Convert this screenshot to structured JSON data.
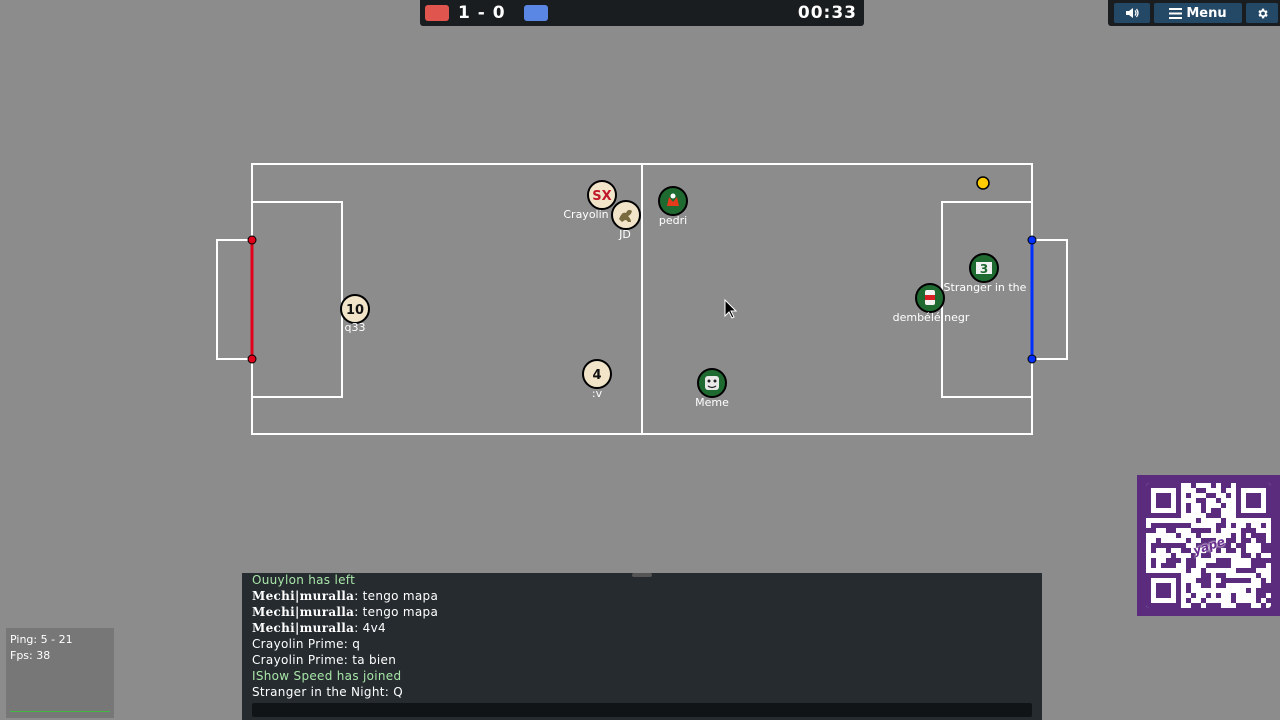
{
  "scoreboard": {
    "red_color": "#e0564f",
    "blue_color": "#5a87e3",
    "score": "1 - 0",
    "time": "00:33"
  },
  "topbar": {
    "sound_icon": "speaker-icon",
    "menu_label": "Menu",
    "menu_icon": "hamburger-icon",
    "settings_icon": "gear-icon"
  },
  "field": {
    "line_color": "#ffffff",
    "red_goal_color": "#e2001a",
    "blue_goal_color": "#0030ff"
  },
  "ball": {
    "color": "#ffcc00"
  },
  "players": {
    "sx": {
      "avatar": "SX",
      "name": ""
    },
    "crayolin": {
      "avatar": "",
      "name": "Crayolin"
    },
    "jd": {
      "avatar": "",
      "name": "JD"
    },
    "pedri": {
      "avatar": "",
      "name": "pedri"
    },
    "q33": {
      "avatar": "10",
      "name": "q33"
    },
    "v": {
      "avatar": "4",
      "name": ":v"
    },
    "meme": {
      "avatar": "",
      "name": "Meme"
    },
    "stranger": {
      "avatar": "3",
      "name": "Stranger in the"
    },
    "dembele": {
      "avatar": "",
      "name": "dembélé negr"
    }
  },
  "stats": {
    "ping": "Ping: 5 - 21",
    "fps": "Fps: 38"
  },
  "chat": {
    "partial_line": "Ouuylon has left",
    "messages": [
      {
        "author": "Mechi|muralla",
        "text": ": tengo mapa"
      },
      {
        "author": "Mechi|muralla",
        "text": ": tengo mapa"
      },
      {
        "author": "Mechi|muralla",
        "text": ": 4v4"
      }
    ],
    "messages2": [
      "Crayolin Prime: q",
      "Crayolin Prime: ta bien"
    ],
    "joined": "IShow Speed has joined",
    "last": "Stranger in the Night: Q",
    "input_value": ""
  },
  "sponsor": {
    "logo_text": "yape"
  }
}
